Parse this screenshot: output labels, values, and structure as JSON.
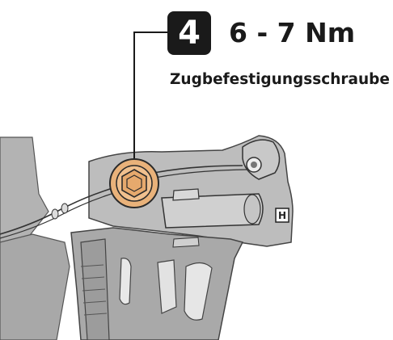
{
  "callout": {
    "step_number": "4",
    "torque": "6 - 7 Nm",
    "part_name": "Zugbefestigungsschraube"
  },
  "colors": {
    "badge": "#1a1a1a",
    "bolt": "#e9b27a",
    "bolt_outline": "#2a2a2a",
    "housing": "#b9b9b9",
    "housing_dark": "#9a9a9a",
    "line": "#1a1a1a"
  },
  "icons": {
    "bolt": "hex-bolt-icon",
    "marker_h": "letter-h-icon"
  },
  "marker": {
    "letter": "H"
  }
}
